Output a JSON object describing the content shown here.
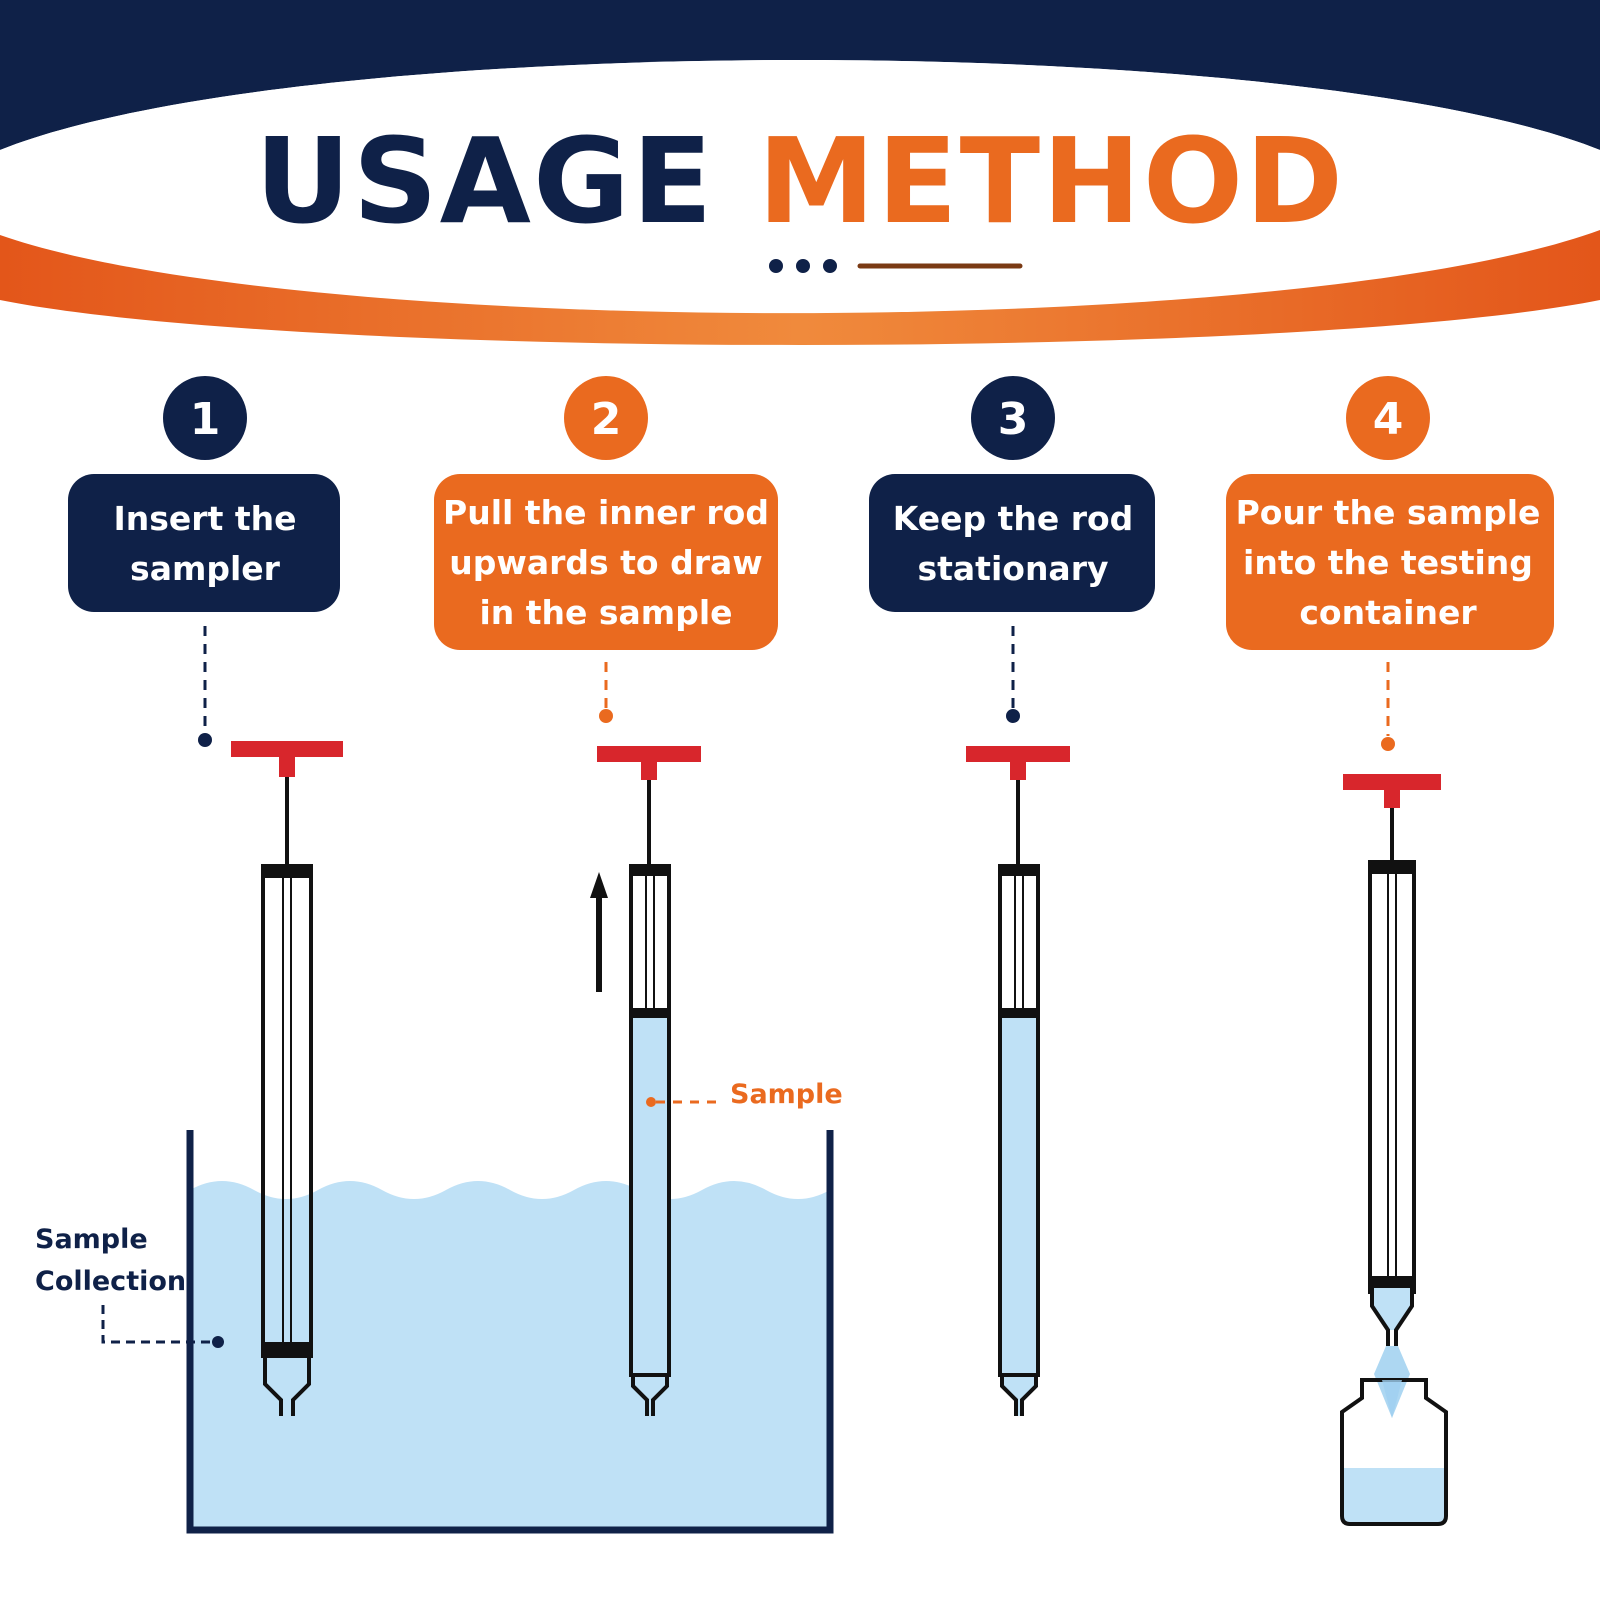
{
  "title": {
    "part1": "USAGE",
    "part2": "METHOD"
  },
  "colors": {
    "navy": "#0f2148",
    "orange": "#ea6a1f",
    "handle_red": "#d8262c",
    "water": "#bfe1f6",
    "outline": "#111111"
  },
  "steps": [
    {
      "number": "1",
      "color": "navy",
      "lines": [
        "Insert the",
        "sampler"
      ]
    },
    {
      "number": "2",
      "color": "orange",
      "lines": [
        "Pull the inner rod",
        "upwards to draw",
        "in the sample"
      ]
    },
    {
      "number": "3",
      "color": "navy",
      "lines": [
        "Keep the rod",
        "stationary"
      ]
    },
    {
      "number": "4",
      "color": "orange",
      "lines": [
        "Pour the sample",
        "into the testing",
        "container"
      ]
    }
  ],
  "callouts": {
    "sample_collection": [
      "Sample",
      "Collection"
    ],
    "sample": "Sample"
  },
  "icons": {
    "samplers": [
      "sampler-icon",
      "sampler-icon",
      "sampler-icon",
      "sampler-icon"
    ],
    "up_arrow": "arrow-up-icon",
    "container": "water-tank-icon",
    "bottle": "testing-bottle-icon"
  }
}
